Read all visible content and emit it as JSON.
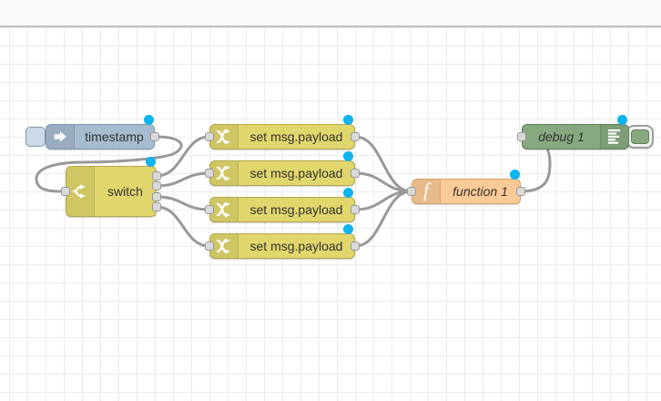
{
  "colors": {
    "canvas_bg": "#ffffff",
    "grid_line": "#ececec",
    "top_bar_bg": "#fafafa",
    "top_bar_border": "#bdbdbd",
    "wire": "#999999",
    "port_fill": "#d9d9d9",
    "port_border": "#999999",
    "changed_dot": "#0fb3ee",
    "label": "#333333",
    "inject_fill": "#a6bbcf",
    "inject_border": "#8197a8",
    "inject_button_fill": "#ccd9e6",
    "yellow_fill": "#e0d66b",
    "yellow_border": "#b3a94c",
    "function_fill": "#fbca96",
    "function_border": "#d8a165",
    "debug_fill": "#87a980",
    "debug_border": "#628158"
  },
  "nodes": {
    "timestamp": {
      "label": "timestamp",
      "type": "inject",
      "icon": "arrow-right-icon"
    },
    "switch": {
      "label": "switch",
      "type": "switch",
      "icon": "fork-icon",
      "outputs": 4
    },
    "change1": {
      "label": "set msg.payload",
      "type": "change",
      "icon": "shuffle-icon"
    },
    "change2": {
      "label": "set msg.payload",
      "type": "change",
      "icon": "shuffle-icon"
    },
    "change3": {
      "label": "set msg.payload",
      "type": "change",
      "icon": "shuffle-icon"
    },
    "change4": {
      "label": "set msg.payload",
      "type": "change",
      "icon": "shuffle-icon"
    },
    "function1": {
      "label": "function 1",
      "type": "function",
      "icon": "italic-f-icon"
    },
    "debug1": {
      "label": "debug 1",
      "type": "debug",
      "icon": "text-lines-icon"
    }
  }
}
